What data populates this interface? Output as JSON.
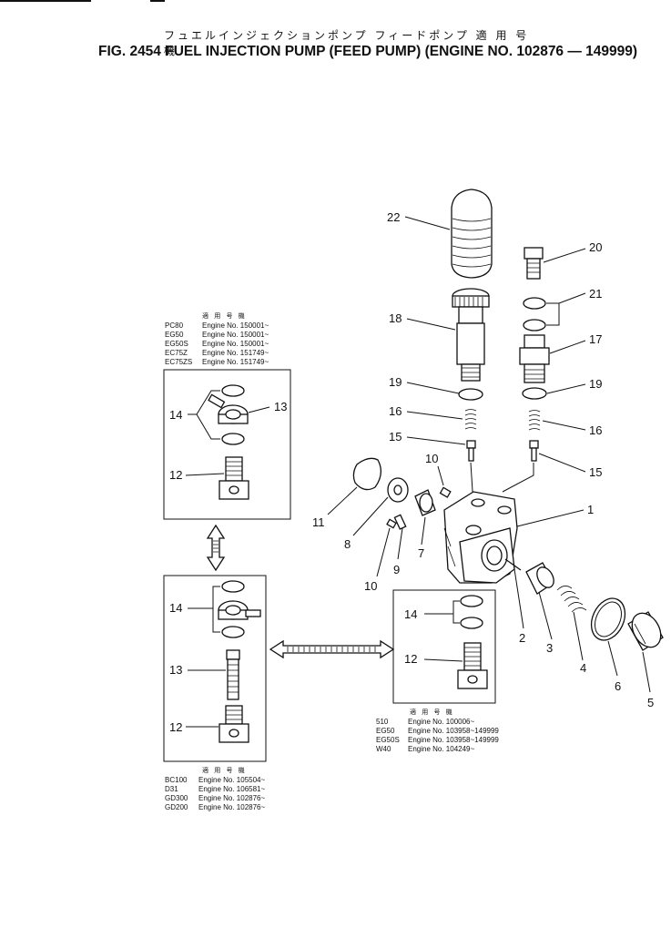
{
  "header": {
    "jp_title": "フュエルインジェクションポンプ フィードポンプ 適 用 号 機",
    "fig_title": "FIG. 2454  FUEL INJECTION PUMP (FEED PUMP) (ENGINE NO. 102876 — 149999)"
  },
  "callouts": [
    "1",
    "2",
    "3",
    "4",
    "5",
    "6",
    "7",
    "8",
    "9",
    "10",
    "10",
    "11",
    "12",
    "12",
    "12",
    "13",
    "13",
    "14",
    "14",
    "14",
    "15",
    "15",
    "16",
    "16",
    "17",
    "18",
    "19",
    "19",
    "20",
    "21",
    "22"
  ],
  "box_a": {
    "heading": "適 用 号 機",
    "rows": [
      {
        "model": "PC80",
        "engine": "Engine No. 150001~"
      },
      {
        "model": "EG50",
        "engine": "Engine No. 150001~"
      },
      {
        "model": "EG50S",
        "engine": "Engine No. 150001~"
      },
      {
        "model": "EC75Z",
        "engine": "Engine No. 151749~"
      },
      {
        "model": "EC75ZS",
        "engine": "Engine No. 151749~"
      }
    ]
  },
  "box_b": {
    "heading": "適 用 号 機",
    "rows": [
      {
        "model": "BC100",
        "engine": "Engine No. 105504~"
      },
      {
        "model": "D31",
        "engine": "Engine No. 106581~"
      },
      {
        "model": "GD300",
        "engine": "Engine No. 102876~"
      },
      {
        "model": "GD200",
        "engine": "Engine No. 102876~"
      }
    ]
  },
  "box_c": {
    "heading": "適 用 号 機",
    "rows": [
      {
        "model": "510",
        "engine": "Engine No. 100006~"
      },
      {
        "model": "EG50",
        "engine": "Engine No. 103958~149999"
      },
      {
        "model": "EG50S",
        "engine": "Engine No. 103958~149999"
      },
      {
        "model": "W40",
        "engine": "Engine No. 104249~"
      }
    ]
  }
}
